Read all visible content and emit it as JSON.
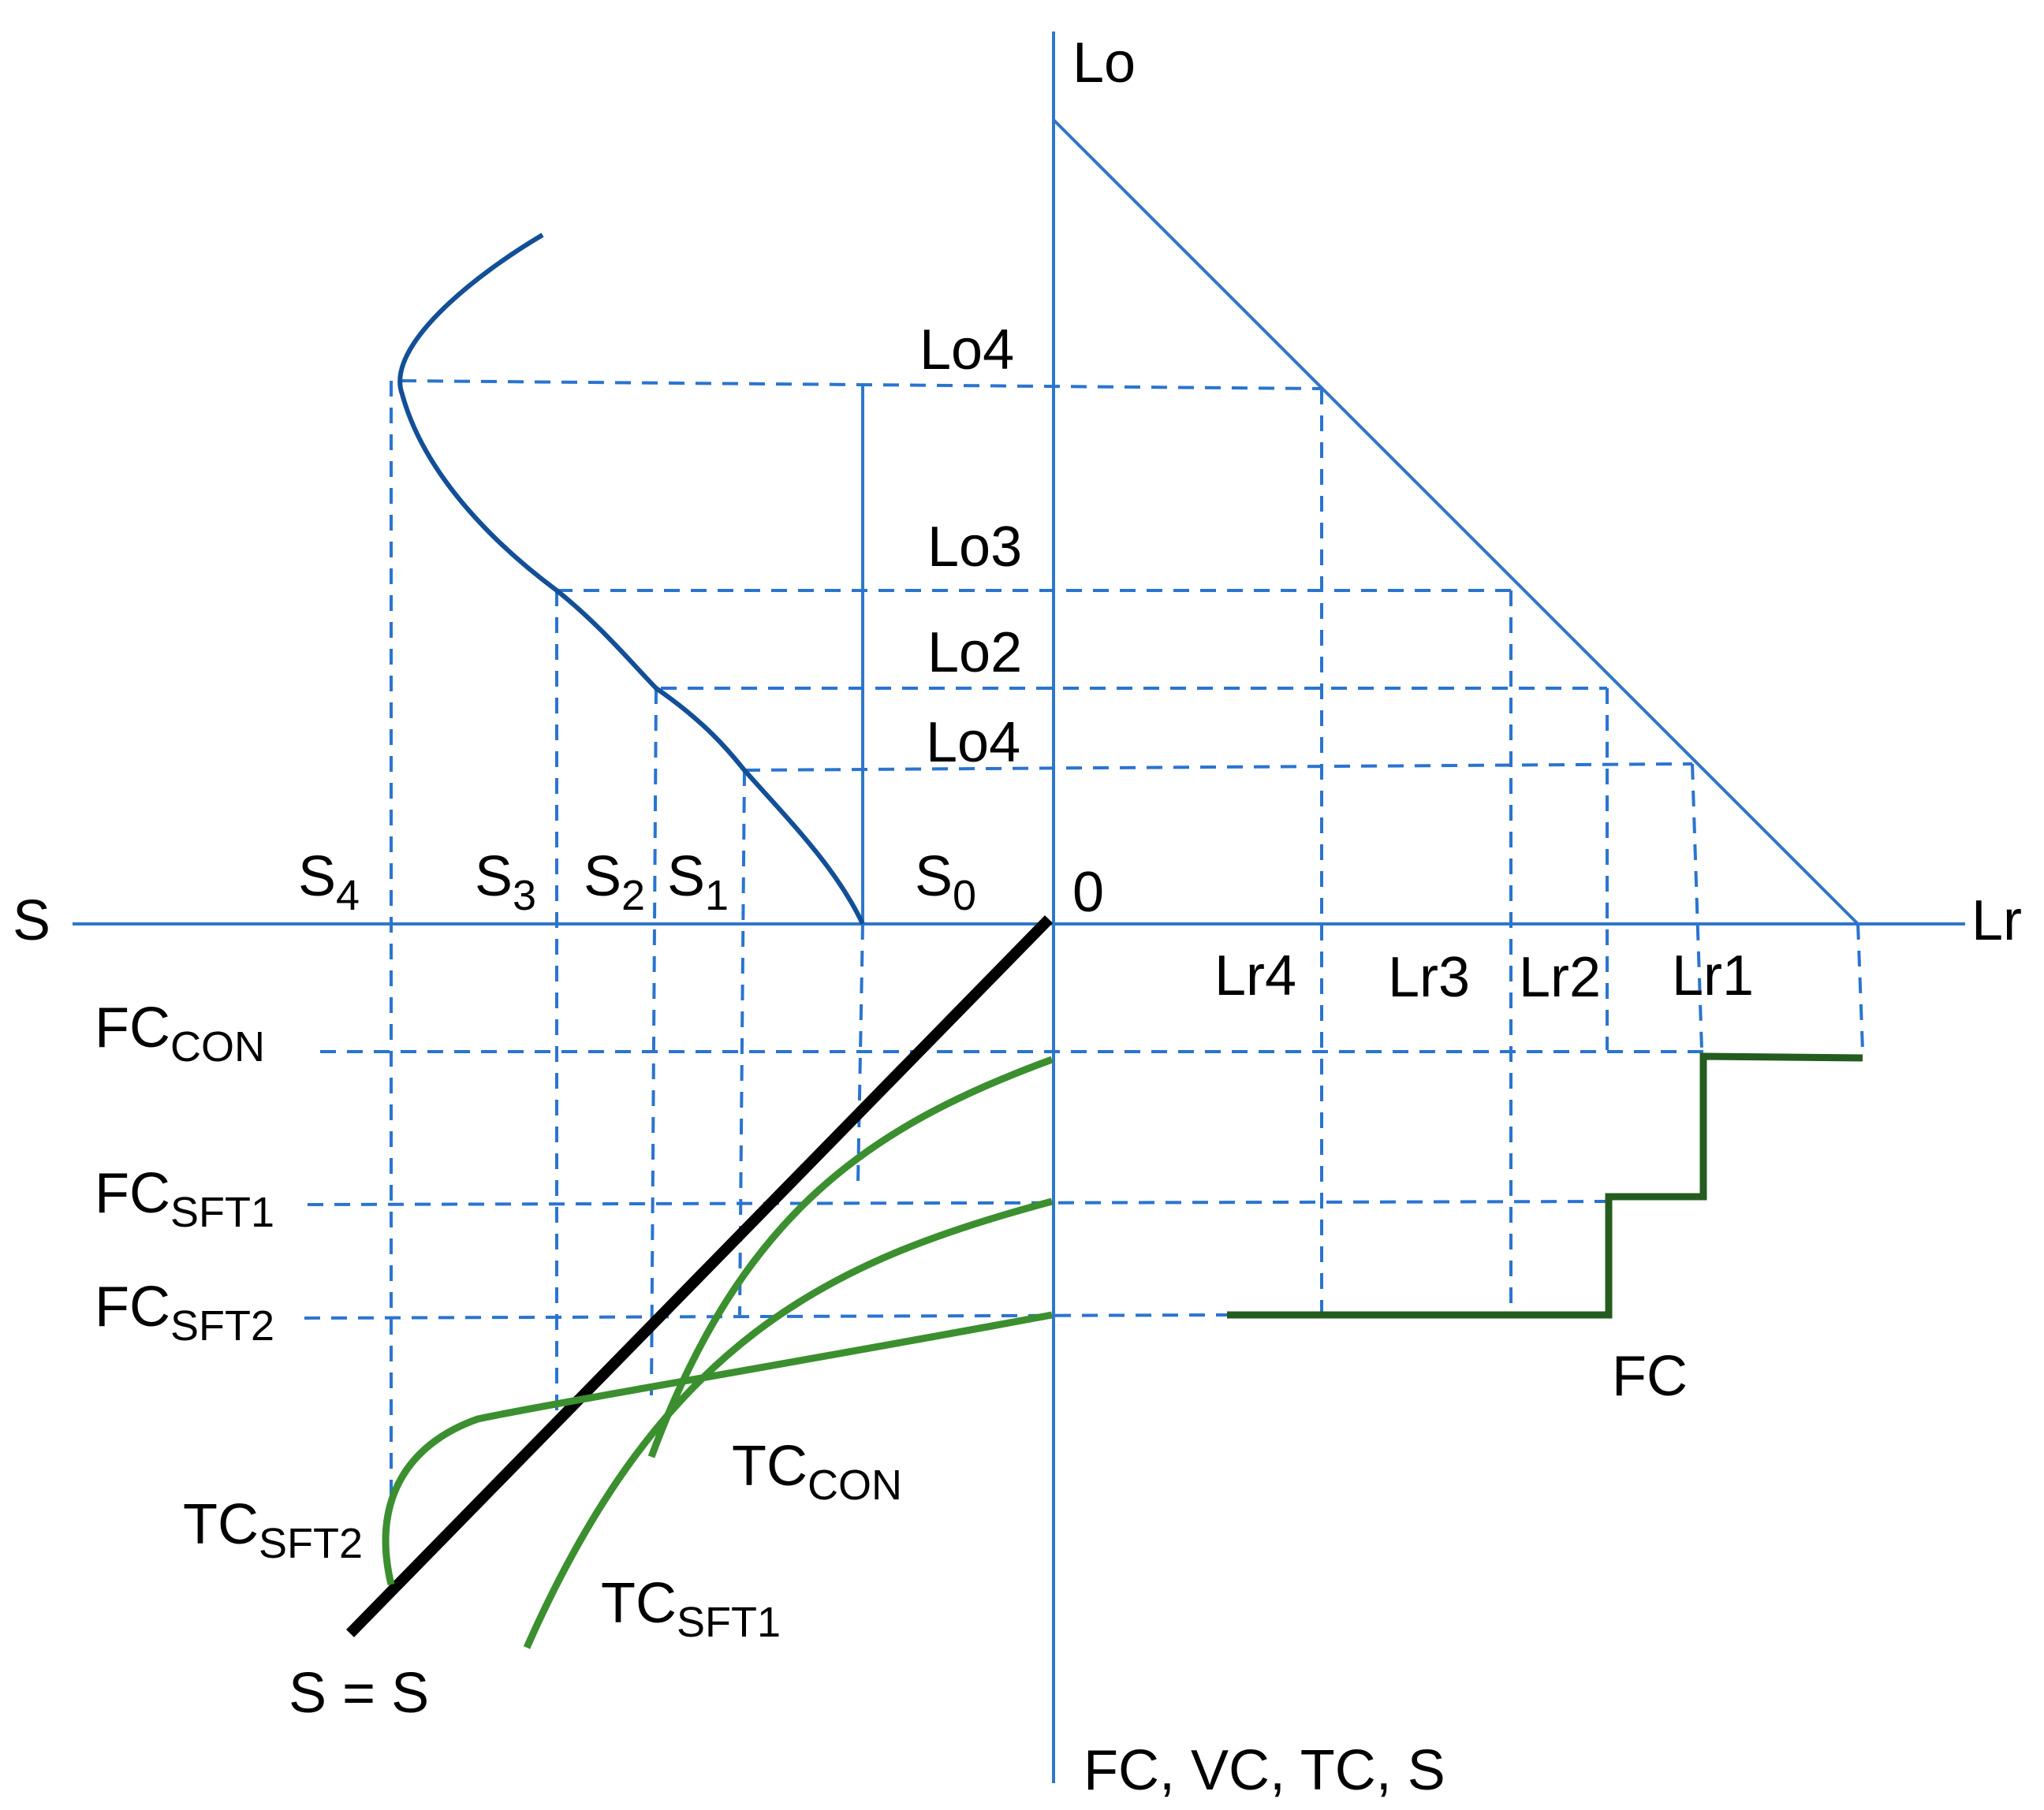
{
  "axes": {
    "top": "Lo",
    "left": "S",
    "right": "Lr",
    "bottom": "FC, VC, TC, S",
    "origin": "0"
  },
  "lo_levels": [
    "Lo4",
    "Lo3",
    "Lo2",
    "Lo4"
  ],
  "s_levels": [
    {
      "base": "S",
      "sub": "4"
    },
    {
      "base": "S",
      "sub": "3"
    },
    {
      "base": "S",
      "sub": "2"
    },
    {
      "base": "S",
      "sub": "1"
    },
    {
      "base": "S",
      "sub": "0"
    }
  ],
  "lr_levels": [
    "Lr4",
    "Lr3",
    "Lr2",
    "Lr1"
  ],
  "fc_levels": [
    {
      "base": "FC",
      "sub": "CON"
    },
    {
      "base": "FC",
      "sub": "SFT1"
    },
    {
      "base": "FC",
      "sub": "SFT2"
    }
  ],
  "curves": {
    "fc": "FC",
    "tc_con": {
      "base": "TC",
      "sub": "CON"
    },
    "tc_sft1": {
      "base": "TC",
      "sub": "SFT1"
    },
    "tc_sft2": {
      "base": "TC",
      "sub": "SFT2"
    },
    "identity": "S = S"
  },
  "colors": {
    "axis": "#2f77c9",
    "dashed": "#2a74d0",
    "s_curve": "#134f96",
    "tc_curves": "#3b8f2f",
    "fc_step": "#245c1f",
    "identity": "#000000"
  }
}
